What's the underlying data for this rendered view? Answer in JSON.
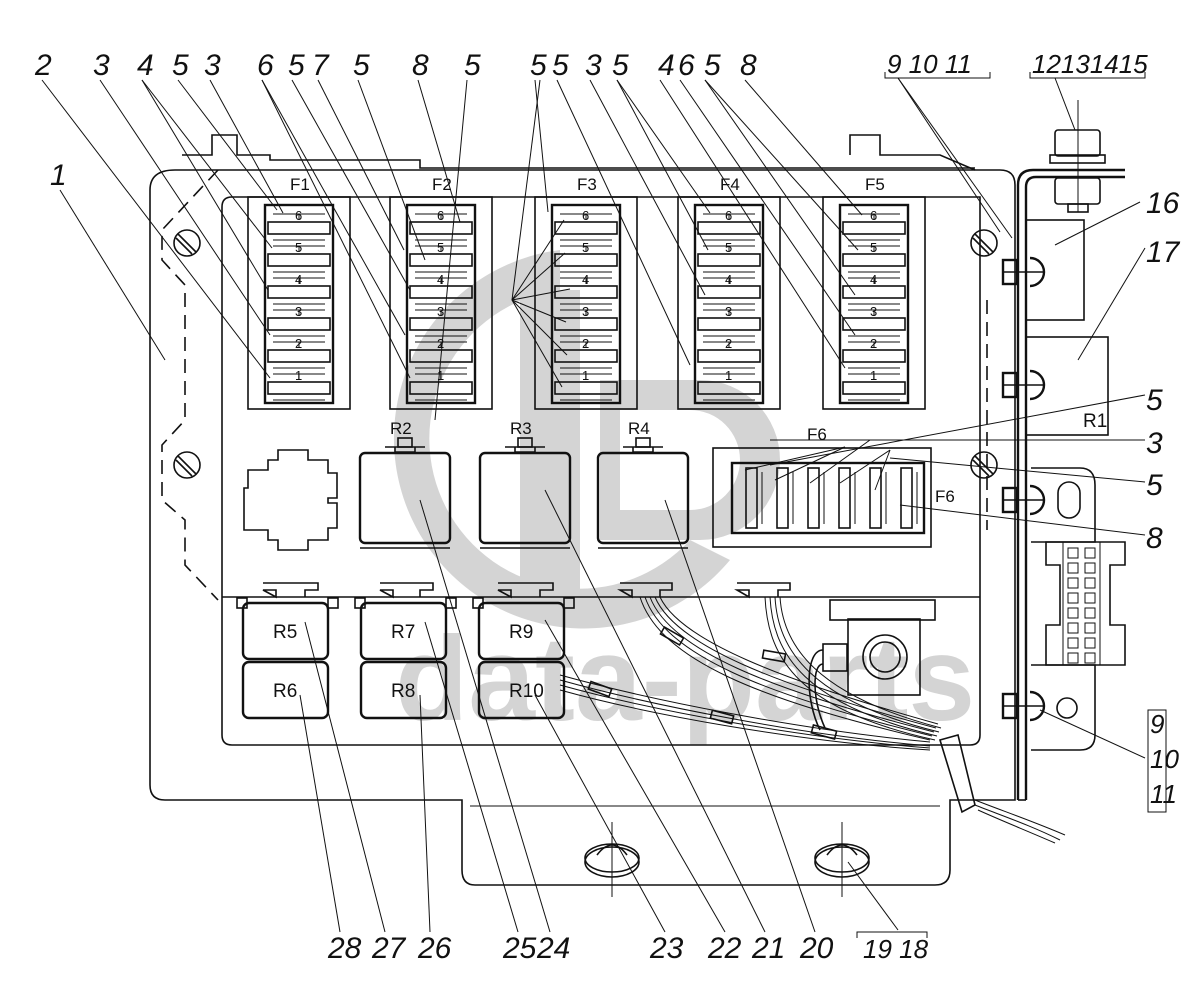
{
  "diagram": {
    "title": "Fuse and relay box assembly",
    "watermark": "data-parts",
    "fuse_blocks": [
      {
        "id": "F1",
        "label": "F1",
        "slot_numbers": [
          "6",
          "5",
          "4",
          "3",
          "2",
          "1"
        ]
      },
      {
        "id": "F2",
        "label": "F2",
        "slot_numbers": [
          "6",
          "5",
          "4",
          "3",
          "2",
          "1"
        ]
      },
      {
        "id": "F3",
        "label": "F3",
        "slot_numbers": [
          "6",
          "5",
          "4",
          "3",
          "2",
          "1"
        ]
      },
      {
        "id": "F4",
        "label": "F4",
        "slot_numbers": [
          "6",
          "5",
          "4",
          "3",
          "2",
          "1"
        ]
      },
      {
        "id": "F5",
        "label": "F5",
        "slot_numbers": [
          "6",
          "5",
          "4",
          "3",
          "2",
          "1"
        ]
      }
    ],
    "fuse_block_f6": {
      "label_top": "F6",
      "label_side": "F6"
    },
    "relays_top": [
      {
        "id": "R2",
        "label": "R2"
      },
      {
        "id": "R3",
        "label": "R3"
      },
      {
        "id": "R4",
        "label": "R4"
      }
    ],
    "relays_bottom": [
      {
        "id": "R5",
        "label": "R5"
      },
      {
        "id": "R6",
        "label": "R6"
      },
      {
        "id": "R7",
        "label": "R7"
      },
      {
        "id": "R8",
        "label": "R8"
      },
      {
        "id": "R9",
        "label": "R9"
      },
      {
        "id": "R10",
        "label": "R10"
      }
    ],
    "relay_r1": {
      "label": "R1"
    },
    "callouts_top": [
      "2",
      "3",
      "4",
      "5",
      "3",
      "6",
      "5",
      "7",
      "5",
      "8",
      "5",
      "5",
      "5",
      "3",
      "5",
      "4",
      "6",
      "5",
      "8"
    ],
    "callout_group_9_11": [
      "9",
      "10",
      "11"
    ],
    "callout_group_12_15": [
      "12",
      "13",
      "14",
      "15"
    ],
    "callouts_left": [
      "1"
    ],
    "callouts_right": [
      "16",
      "17",
      "5",
      "3",
      "5",
      "8"
    ],
    "callout_group_right_9_11": [
      "9",
      "10",
      "11"
    ],
    "callouts_bottom": [
      "28",
      "27",
      "26",
      "25",
      "24",
      "23",
      "22",
      "21",
      "20"
    ],
    "callout_group_19_18": [
      "19",
      "18"
    ]
  }
}
